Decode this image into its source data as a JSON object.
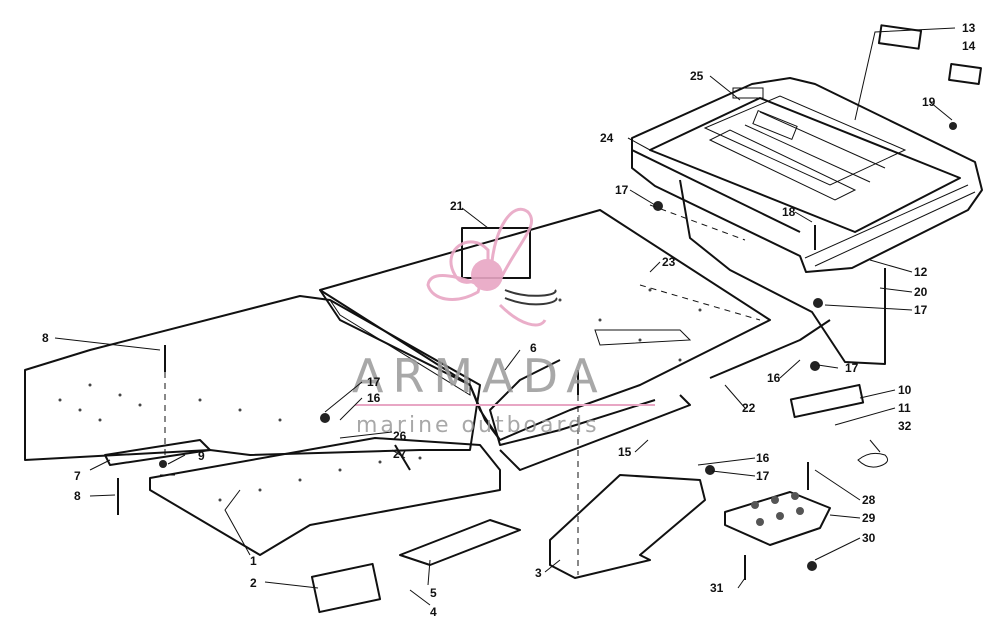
{
  "watermark": {
    "brand": "ARMADA",
    "tagline": "marine outboards",
    "accent_color": "#e8a6c4",
    "logo_icon": "propeller-logo-icon"
  },
  "callouts": {
    "n1": "1",
    "n2": "2",
    "n3": "3",
    "n4": "4",
    "n5": "5",
    "n6": "6",
    "n7": "7",
    "n8a": "8",
    "n8b": "8",
    "n9": "9",
    "n10": "10",
    "n11": "11",
    "n12": "12",
    "n13": "13",
    "n14": "14",
    "n15": "15",
    "n16a": "16",
    "n16b": "16",
    "n16c": "16",
    "n17a": "17",
    "n17b": "17",
    "n17c": "17",
    "n17d": "17",
    "n17e": "17",
    "n18": "18",
    "n19": "19",
    "n20": "20",
    "n21": "21",
    "n22": "22",
    "n23": "23",
    "n24": "24",
    "n25": "25",
    "n26": "26",
    "n27": "27",
    "n28": "28",
    "n29": "29",
    "n30": "30",
    "n31": "31",
    "n32": "32"
  }
}
